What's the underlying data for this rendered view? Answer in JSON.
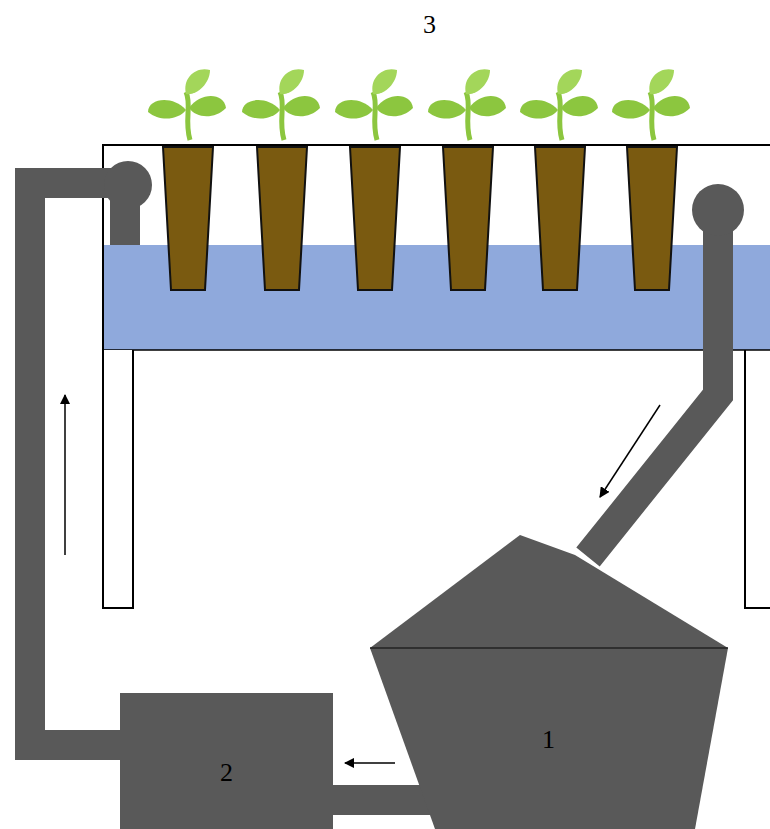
{
  "diagram": {
    "nodes": [
      {
        "text": [
          "3"
        ]
      },
      {
        "text": [
          "1"
        ]
      },
      {
        "text": [
          "2"
        ]
      }
    ],
    "edges": [
      {
        "from": 0,
        "to": 1,
        "arrow": "to"
      },
      {
        "from": 1,
        "to": 2,
        "arrow": "to"
      },
      {
        "from": 2,
        "to": 0,
        "arrow": "to"
      }
    ]
  }
}
